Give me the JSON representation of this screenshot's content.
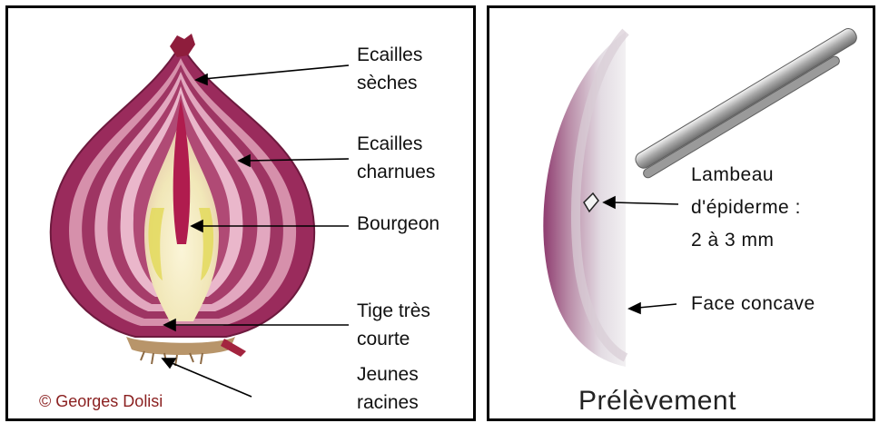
{
  "left": {
    "labels": {
      "dry_scales": [
        "Ecailles",
        "sèches"
      ],
      "fleshy_scales": [
        "Ecailles",
        "charnues"
      ],
      "bud": "Bourgeon",
      "stem": [
        "Tige très",
        "courte"
      ],
      "roots": [
        "Jeunes",
        "racines"
      ]
    },
    "copyright": "© Georges Dolisi"
  },
  "right": {
    "labels": {
      "epidermis": [
        "Lambeau",
        "d'épiderme :",
        "2 à 3 mm"
      ],
      "concave": "Face concave"
    },
    "caption": "Prélèvement"
  },
  "colors": {
    "onion_outer": "#8a2450",
    "onion_stripe": "#c77a98",
    "onion_core": "#f3ecc2",
    "onion_yellow": "#e8df6a",
    "copyright": "#8a1f1f"
  }
}
